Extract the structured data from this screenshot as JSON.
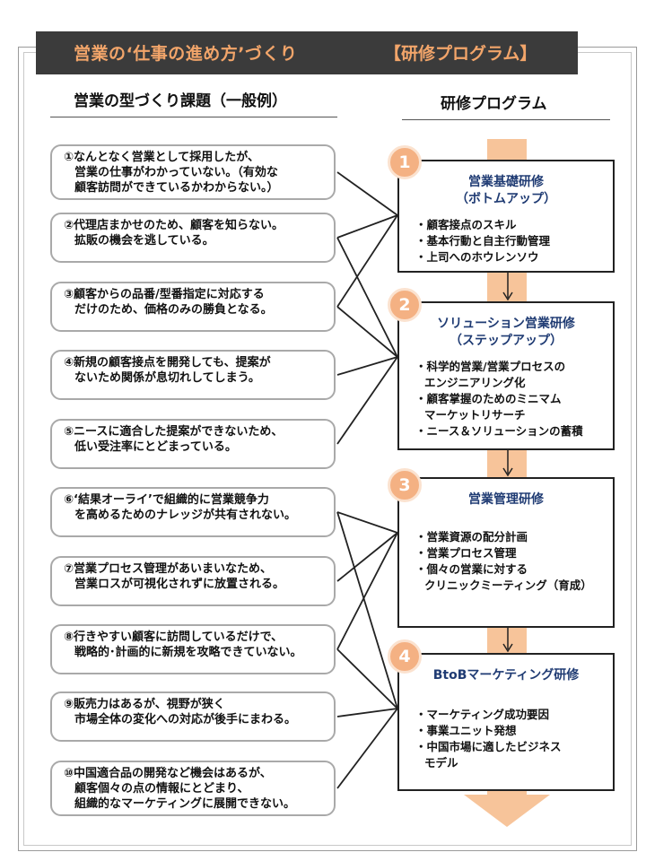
{
  "header": {
    "title": "営業の‘仕事の進め方’づくり",
    "tag": "【研修プログラム】"
  },
  "left_heading": "営業の型づくり課題（一般例）",
  "right_heading": "研修プログラム",
  "issues": [
    {
      "lines": [
        "①なんとなく営業として採用したが、",
        "営業の仕事がわかっていない。（有効な",
        "顧客訪問ができているかわからない。）"
      ]
    },
    {
      "lines": [
        "②代理店まかせのため、顧客を知らない。",
        "拡販の機会を逃している。"
      ]
    },
    {
      "lines": [
        "③顧客からの品番/型番指定に対応する",
        "だけのため、価格のみの勝負となる。"
      ]
    },
    {
      "lines": [
        "④新規の顧客接点を開発しても、提案が",
        "ないため関係が息切れしてしまう。"
      ]
    },
    {
      "lines": [
        "⑤ニースに適合した提案ができないため、",
        "低い受注率にとどまっている。"
      ]
    },
    {
      "lines": [
        "⑥‘結果オーライ’で組織的に営業競争力",
        "を高めるためのナレッジが共有されない。"
      ]
    },
    {
      "lines": [
        "⑦営業プロセス管理があいまいなため、",
        "営業ロスが可視化されずに放置される。"
      ]
    },
    {
      "lines": [
        "⑧行きやすい顧客に訪問しているだけで、",
        "戦略的･計画的に新規を攻略できていない。"
      ]
    },
    {
      "lines": [
        "⑨販売力はあるが、視野が狭く",
        "市場全体の変化への対応が後手にまわる。"
      ]
    },
    {
      "lines": [
        "⑩中国適合品の開発など機会はあるが、",
        "顧客個々の点の情報にとどまり、",
        "組織的なマーケティングに展開できない。"
      ]
    }
  ],
  "programs": [
    {
      "number": "1",
      "title_lines": [
        "営業基礎研修",
        "（ボトムアップ）"
      ],
      "items": [
        "・顧客接点のスキル",
        "・基本行動と自主行動管理",
        "・上司へのホウレンソウ"
      ]
    },
    {
      "number": "2",
      "title_lines": [
        "ソリューション営業研修",
        "（ステップアップ）"
      ],
      "items": [
        "・科学的営業/営業プロセスの",
        "エンジニアリング化",
        "・顧客掌握のためのミニマム",
        "マーケットリサーチ",
        "・ニース＆ソリューションの蓄積"
      ]
    },
    {
      "number": "3",
      "title_lines": [
        "営業管理研修"
      ],
      "items": [
        "・営業資源の配分計画",
        "・営業プロセス管理",
        "・個々の営業に対する",
        "クリニックミーティング（育成）"
      ]
    },
    {
      "number": "4",
      "title_lines": [
        "BtoBマーケティング研修"
      ],
      "items": [
        "・マーケティング成功要因",
        "・事業ユニット発想",
        "・中国市場に適したビジネス",
        "モデル"
      ]
    }
  ],
  "links": [
    [
      1,
      1
    ],
    [
      2,
      1
    ],
    [
      3,
      1
    ],
    [
      2,
      2
    ],
    [
      3,
      2
    ],
    [
      4,
      2
    ],
    [
      5,
      2
    ],
    [
      6,
      3
    ],
    [
      7,
      3
    ],
    [
      8,
      3
    ],
    [
      6,
      4
    ],
    [
      8,
      4
    ],
    [
      9,
      4
    ],
    [
      10,
      4
    ]
  ],
  "colors": {
    "header_bg": "#3b3b3b",
    "header_text": "#f2a56a",
    "accent_arrow": "#f7c49a",
    "circle": "#f4b183",
    "program_title": "#1f3b73"
  }
}
